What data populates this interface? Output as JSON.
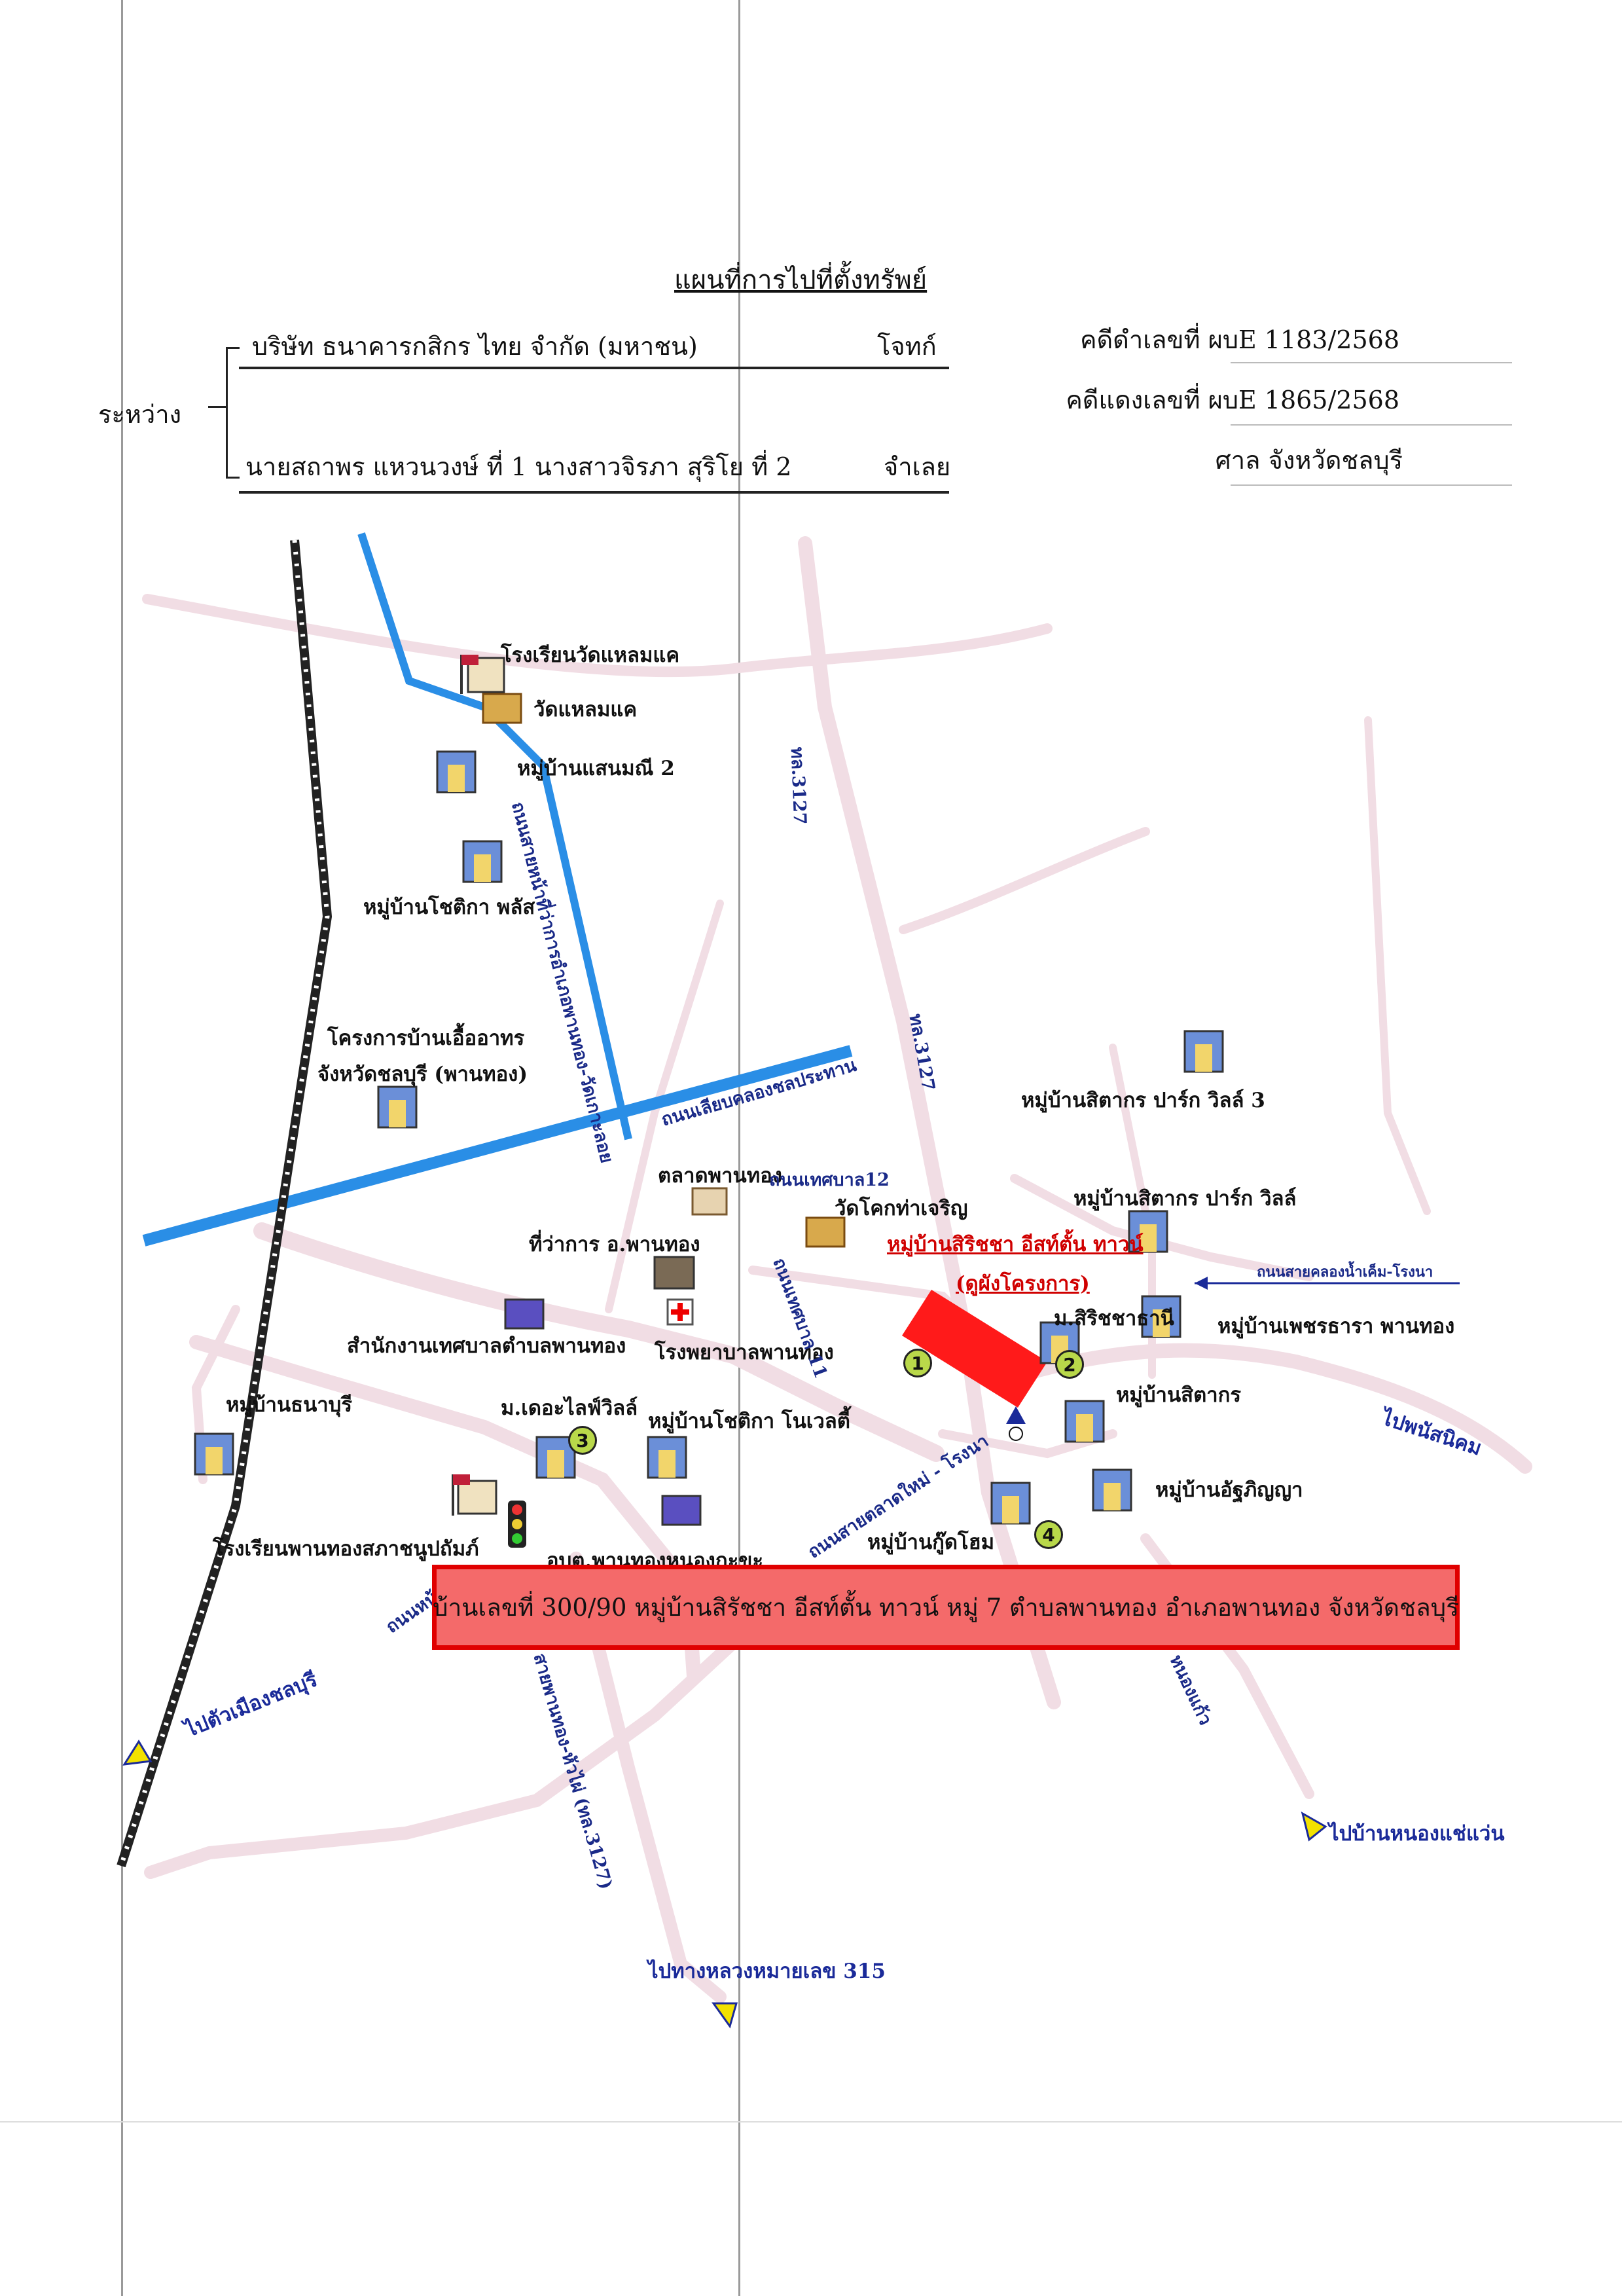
{
  "header": {
    "title": "แผนที่การไปที่ตั้งทรัพย์",
    "between_label": "ระหว่าง",
    "plaintiff_name": "บริษัท ธนาคารกสิกร ไทย จำกัด (มหาชน)",
    "plaintiff_role": "โจทก์",
    "defendant_names": "นายสถาพร แหวนวงษ์ ที่ 1 นางสาวจิรภา สุริโย ที่ 2",
    "defendant_role": "จำเลย",
    "black_case": "คดีดำเลขที่ ผบE 1183/2568",
    "red_case": "คดีแดงเลขที่ ผบE 1865/2568",
    "court": "ศาล จังหวัดชลบุรี"
  },
  "map": {
    "places": {
      "school_wat_laem_kae": "โรงเรียนวัดแหลมแค",
      "wat_laem_kae": "วัดแหลมแค",
      "saen_manee": "หมู่บ้านแสนมณี 2",
      "chotika_plus": "หมู่บ้านโชติกา พลัส",
      "eua_arthorn_1": "โครงการบ้านเอื้ออาทร",
      "eua_arthorn_2": "จังหวัดชลบุรี (พานทอง)",
      "market": "ตลาดพานทอง",
      "district_office": "ที่ว่าการ อ.พานทอง",
      "wat_khok": "วัดโคกท่าเจริญ",
      "subject_village": "หมู่บ้านสิริชชา อีสท์ตั้น ทาวน์",
      "see_plan": "(ดูผังโครงการ)",
      "municipal_office": "สำนักงานเทศบาลตำบลพานทอง",
      "hospital": "โรงพยาบาลพานทอง",
      "thanaburi": "หมู่บ้านธนาบุรี",
      "the_eyes_ville": "ม.เดอะไลฟ์วิลล์",
      "chotika_novelty": "หมู่บ้านโชติกา โนเวลตี้",
      "school_phanthong": "โรงเรียนพานทองสภาชนูปถัมภ์",
      "obt": "อบต.พานทองหนองกะขะ",
      "koo_som": "หมู่บ้านกู๊ดโฮม",
      "sirichsatharnee": "ม.สิริชชาธานี",
      "phet_thara": "หมู่บ้านเพชรธารา พานทอง",
      "sitakorn": "หมู่บ้านสิตากร",
      "atchariya": "หมู่บ้านอัฐภิญญา",
      "sitakorn_park_ville": "หมู่บ้านสิตากร ปาร์ก วิลล์",
      "sitakorn_park_ville_3": "หมู่บ้านสิตากร ปาร์ก วิลล์ 3"
    },
    "roads": {
      "route_3127_a": "ทล.3127",
      "route_3127_b": "ทล.3127",
      "road_laem_kae": "ถนนเลียบคลองชลประทาน",
      "road_west_vertical": "ถนนสายหน้าที่ว่าการอำเภอพานทอง-วัดเกาะลอย",
      "road_municipal_12": "ถนนเทศบาล12",
      "road_municipal_11": "ถนนเทศบาล 11",
      "road_market_rongna": "ถนนสายตลาดใหม่ - โรงนา",
      "road_canal_rongna": "ถนนสายคลองน้ำเค็ม-โรงนา",
      "road_bottom_left": "ถนนหน้า",
      "road_panthong_huaiyai": "สายพานทอง-หัวไผ่ (ทล.3127)",
      "road_nong_kaew": "หนองแก้ว"
    },
    "directions": {
      "to_chonburi": "ไปตัวเมืองชลบุรี",
      "to_phanat": "ไปพนัสนิคม",
      "to_nong_chaeng": "ไปบ้านหนองแช่แว่น",
      "to_highway_315": "ไปทางหลวงหมายเลข 315"
    },
    "markers": [
      "1",
      "2",
      "3",
      "4"
    ],
    "address": "บ้านเลขที่ 300/90 หมู่บ้านสิรัชชา อีสท์ตั้น ทาวน์  หมู่ 7  ตำบลพานทอง อำเภอพานทอง  จังหวัดชลบุรี",
    "colors": {
      "canal": "#2a8ee6",
      "road": "#f0dde3",
      "railway": "#222222",
      "property": "#ff1a1a",
      "address_box": "#f46a6a",
      "direction_text": "#1a2a99"
    }
  }
}
